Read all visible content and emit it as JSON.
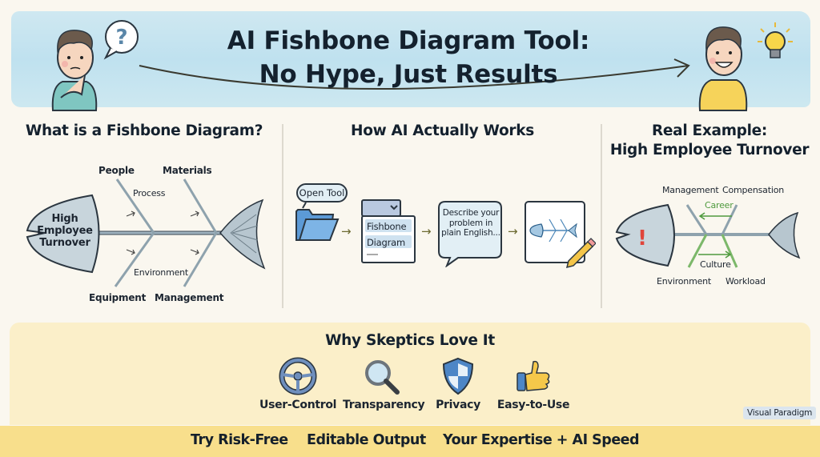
{
  "header": {
    "title_line1": "AI Fishbone Diagram Tool:",
    "title_line2": "No Hype, Just Results",
    "left_character": "skeptical-person",
    "left_bubble_glyph": "?",
    "right_character": "happy-person",
    "right_icon": "lightbulb-icon",
    "colors": {
      "banner": "#c6e4f0",
      "title": "#14212e"
    }
  },
  "section_what": {
    "title": "What is a Fishbone Diagram?",
    "head_text": [
      "High",
      "Employee",
      "Turnover"
    ],
    "top_labels": [
      "People",
      "Materials"
    ],
    "mid_labels": [
      "Process",
      "Environment"
    ],
    "bottom_labels": [
      "Equipment",
      "Management"
    ]
  },
  "section_how": {
    "title": "How AI Actually Works",
    "steps": [
      {
        "label": "Open Tool",
        "icon": "folder-icon"
      },
      {
        "lines": [
          "Fishbone",
          "Diagram"
        ],
        "icon": "dropdown-menu-icon"
      },
      {
        "text": "Describe your problem in plain English...",
        "icon": "speech-bubble-icon"
      },
      {
        "icon": "fishbone-preview-with-pencil-icon"
      }
    ],
    "arrow_glyph": "→"
  },
  "section_example": {
    "title_line1": "Real Example:",
    "title_line2": "High Employee Turnover",
    "head_glyph": "!",
    "top_labels": [
      "Management",
      "Compensation"
    ],
    "inner_labels": [
      "Career",
      "Culture"
    ],
    "bottom_labels": [
      "Environment",
      "Workload"
    ],
    "colors": {
      "alert": "#e0453a",
      "green": "#4f9a3e"
    }
  },
  "benefits": {
    "title": "Why Skeptics Love It",
    "items": [
      {
        "label": "User-Control",
        "icon": "steering-wheel-icon"
      },
      {
        "label": "Transparency",
        "icon": "magnifier-icon"
      },
      {
        "label": "Privacy",
        "icon": "shield-icon"
      },
      {
        "label": "Easy-to-Use",
        "icon": "thumbs-up-icon"
      }
    ]
  },
  "footer": {
    "items": [
      "Try Risk-Free",
      "Editable Output",
      "Your Expertise + AI Speed"
    ],
    "color": "#f8df8c"
  },
  "watermark": "Visual Paradigm"
}
